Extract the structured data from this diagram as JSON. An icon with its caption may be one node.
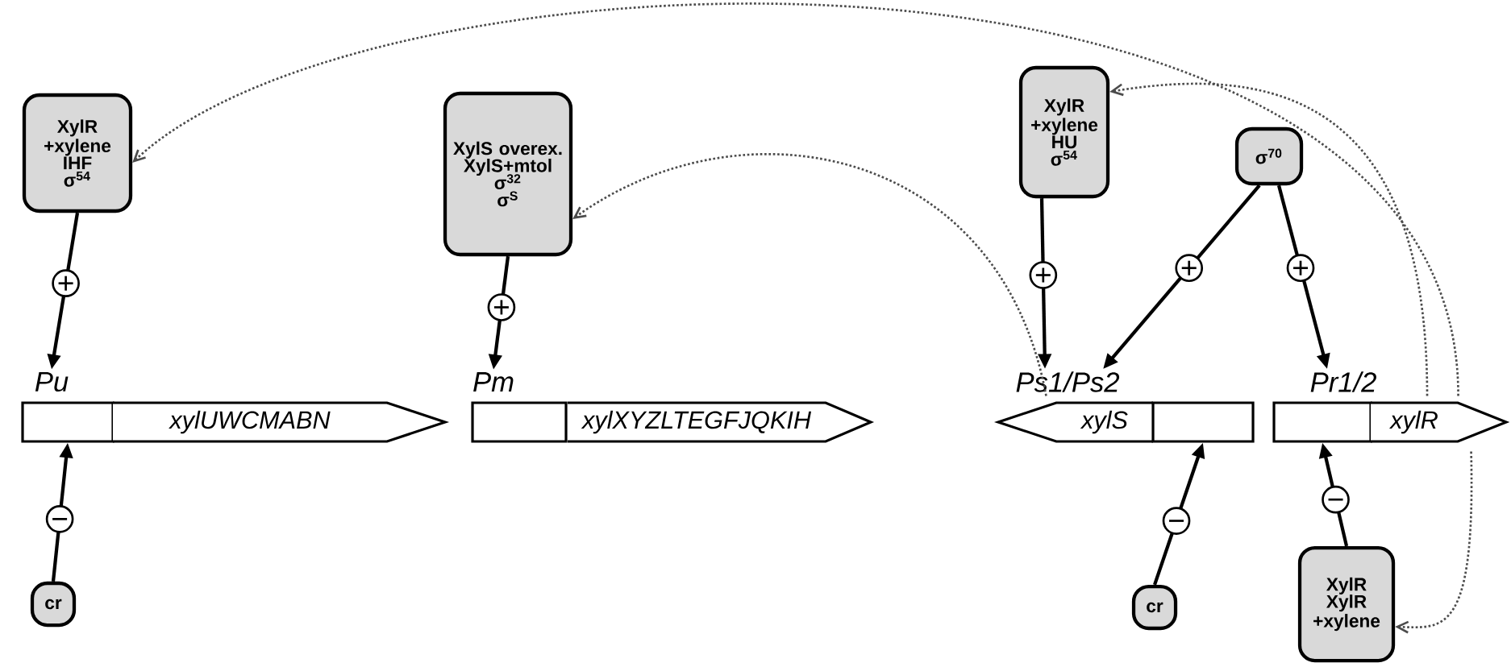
{
  "diagram": {
    "nodes": [
      {
        "text": [
          "XylR +xylene",
          "IHF",
          "σ$^{54}$"
        ]
      },
      {
        "text": [
          "XylS overex.",
          "XylS+mtol",
          "σ$^{32}$",
          "σ$^{S}$"
        ]
      },
      {
        "text": [
          "XylR +xylene",
          "HU",
          "σ$^{54}$"
        ]
      },
      {
        "text": [
          "σ$^{70}$"
        ]
      },
      {
        "text": [
          "Pu"
        ]
      },
      {
        "text": [
          "Pm"
        ]
      },
      {
        "text": [
          "Ps1/Ps2"
        ]
      },
      {
        "text": [
          "Pr1/2"
        ]
      },
      {
        "text": [],
        "shape": "box"
      },
      {
        "text": [
          "xylUWCMABN"
        ]
      },
      {
        "text": [],
        "shape": "box"
      },
      {
        "text": [
          "xylXYZLTEGFJQKIH"
        ]
      },
      {
        "text": [
          "xylS"
        ]
      },
      {
        "text": [],
        "shape": "box"
      },
      {
        "text": [],
        "shape": "box"
      },
      {
        "text": [
          "xylR"
        ]
      },
      {
        "text": [
          "cr"
        ]
      },
      {
        "text": [
          "cr"
        ]
      },
      {
        "text": [
          "XylR",
          "XylR +xylene"
        ]
      }
    ],
    "edges": [
      {
        "from": 0,
        "to": 4,
        "arrow": "to"
      },
      {
        "from": 1,
        "to": 5,
        "arrow": "to"
      },
      {
        "from": 2,
        "to": 6,
        "arrow": "to"
      },
      {
        "from": 3,
        "to": 6,
        "arrow": "to"
      },
      {
        "from": 3,
        "to": 7,
        "arrow": "to"
      },
      {
        "from": 16,
        "to": 8,
        "arrow": "to"
      },
      {
        "from": 17,
        "to": 13,
        "arrow": "to"
      },
      {
        "from": 18,
        "to": 14,
        "arrow": "to"
      },
      {
        "from": 15,
        "to": 0,
        "arrow": "to",
        "style": "dashed"
      },
      {
        "from": 15,
        "to": 2,
        "arrow": "to",
        "style": "dashed"
      },
      {
        "from": 15,
        "to": 18,
        "arrow": "to",
        "style": "dashed"
      },
      {
        "from": 12,
        "to": 1,
        "arrow": "to",
        "style": "dashed"
      }
    ]
  }
}
